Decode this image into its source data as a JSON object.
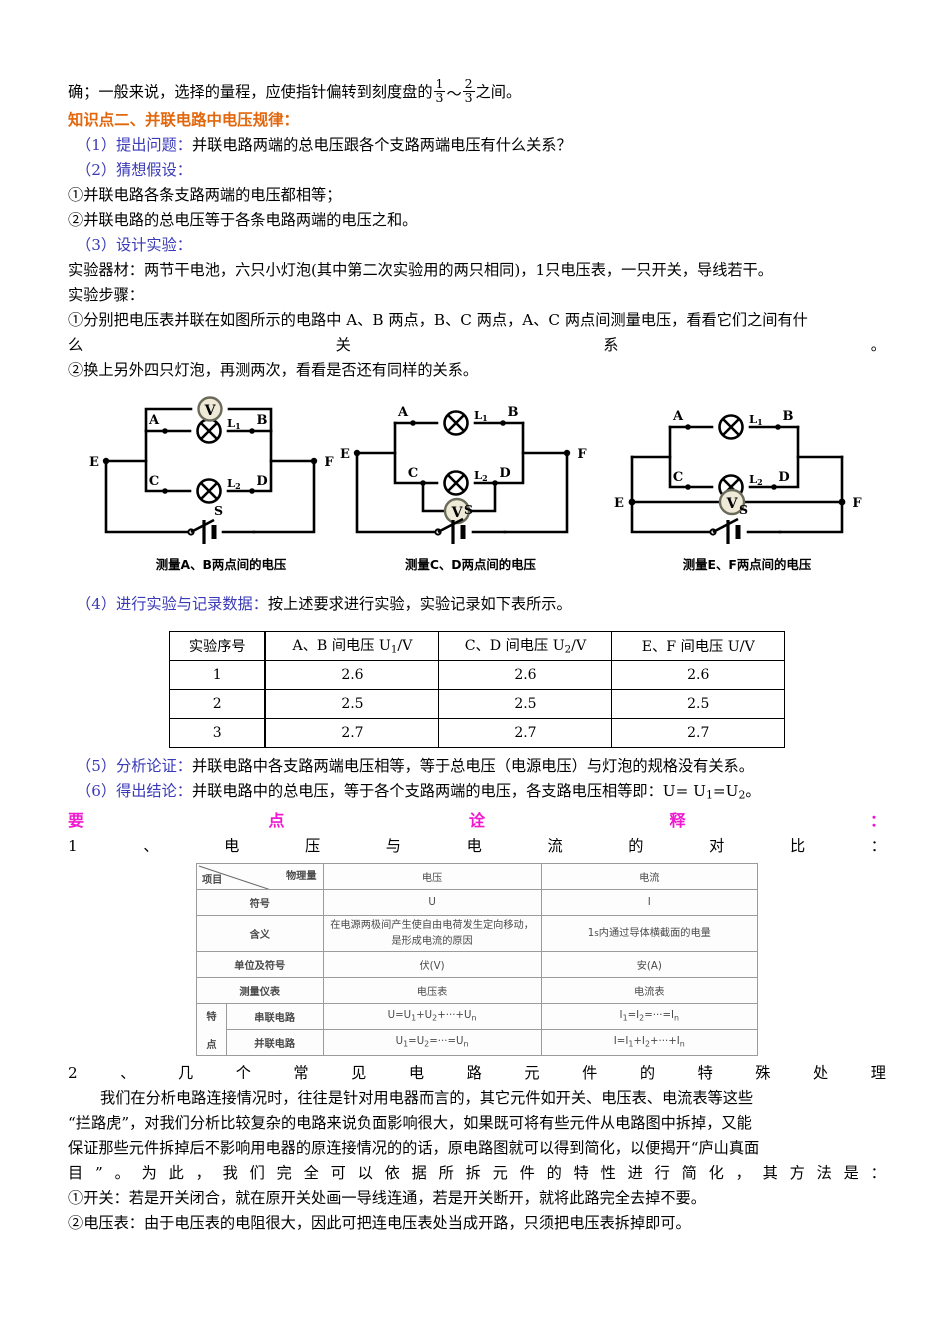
{
  "document": {
    "intro_line": {
      "before": "确；一般来说，选择的量程，应使指针偏转到刻度盘的",
      "frac1_num": "1",
      "frac1_den": "3",
      "tilde": "～",
      "frac2_num": "2",
      "frac2_den": "3",
      "after": "之间。"
    },
    "section_heading": "知识点二、并联电路中电压规律：",
    "steps": [
      {
        "label": "（1）提出问题：",
        "text": "并联电路两端的总电压跟各个支路两端电压有什么关系？"
      },
      {
        "label": "（2）猜想假设：",
        "text": ""
      }
    ],
    "hypotheses": [
      "①并联电路各条支路两端的电压都相等；",
      "②并联电路的总电压等于各条电路两端的电压之和。"
    ],
    "design_label": "（3）设计实验：",
    "materials": "实验器材：两节干电池，六只小灯泡(其中第二次实验用的两只相同)，1只电压表，一只开关，导线若干。",
    "procedure_title": "实验步骤：",
    "procedure_1_line1": "①分别把电压表并联在如图所示的电路中 A、B 两点，B、C 两点，A、C 两点间测量电压，看看它们之间有什",
    "procedure_1_line2": [
      "么",
      "关",
      "系",
      "。"
    ],
    "procedure_2": "②换上另外四只灯泡，再测两次，看看是否还有同样的关系。",
    "record_label": "（4）进行实验与记录数据：",
    "record_text": "按上述要求进行实验，实验记录如下表所示。",
    "analysis_label": "（5）分析论证：",
    "analysis_text": "并联电路中各支路两端电压相等，等于总电压（电源电压）与灯泡的规格没有关系。",
    "conclusion_label": "（6）得出结论：",
    "conclusion_text_a": "并联电路中的总电压，等于各个支路两端的电压，各支路电压相等即：U= U",
    "conclusion_sub1": "1",
    "conclusion_text_b": "=U",
    "conclusion_sub2": "2",
    "conclusion_text_c": "。",
    "key_points_heading": [
      "要",
      "点",
      "诠",
      "释",
      "："
    ],
    "key_point_1": [
      "1",
      "、",
      "电",
      "压",
      "与",
      "电",
      "流",
      "的",
      "对",
      "比",
      "："
    ],
    "key_point_2": [
      "2",
      "、",
      "几",
      "个",
      "常",
      "见",
      "电",
      "路",
      "元",
      "件",
      "的",
      "特",
      "殊",
      "处",
      "理"
    ],
    "paragraph_lines": [
      "我们在分析电路连接情况时，往往是针对用电器而言的，其它元件如开关、电压表、电流表等这些",
      "“拦路虎”，对我们分析比较复杂的电路来说负面影响很大，如果既可将有些元件从电路图中拆掉，又能",
      "保证那些元件拆掉后不影响用电器的原连接情况的的话，原电路图就可以得到简化，以便揭开“庐山真面"
    ],
    "paragraph_spaced": [
      "目",
      "”",
      "。",
      "为",
      "此",
      "，",
      "我",
      "们",
      "完",
      "全",
      "可",
      "以",
      "依",
      "据",
      "所",
      "拆",
      "元",
      "件",
      "的",
      "特",
      "性",
      "进",
      "行",
      "简",
      "化",
      "，",
      "其",
      "方",
      "法",
      "是",
      "："
    ],
    "items": [
      "①开关：若是开关闭合，就在原开关处画一导线连通，若是开关断开，就将此路完全去掉不要。",
      "②电压表：由于电压表的电阻很大，因此可把连电压表处当成开路，只须把电压表拆掉即可。"
    ]
  },
  "circuits": [
    {
      "caption": "测量A、B两点间的电压",
      "nodes": {
        "A": "A",
        "B": "B",
        "C": "C",
        "D": "D",
        "E": "E",
        "F": "F"
      },
      "lamp1": "L",
      "lamp1_sub": "1",
      "lamp2": "L",
      "lamp2_sub": "2",
      "meter": "V",
      "switch": "S",
      "meter_position": "across-AB"
    },
    {
      "caption": "测量C、D两点间的电压",
      "nodes": {
        "A": "A",
        "B": "B",
        "C": "C",
        "D": "D",
        "E": "E",
        "F": "F"
      },
      "lamp1": "L",
      "lamp1_sub": "1",
      "lamp2": "L",
      "lamp2_sub": "2",
      "meter": "V",
      "switch": "S",
      "meter_position": "across-CD"
    },
    {
      "caption": "测量E、F两点间的电压",
      "nodes": {
        "A": "A",
        "B": "B",
        "C": "C",
        "D": "D",
        "E": "E",
        "F": "F"
      },
      "lamp1": "L",
      "lamp1_sub": "1",
      "lamp2": "L",
      "lamp2_sub": "2",
      "meter": "V",
      "switch": "S",
      "meter_position": "across-EF"
    }
  ],
  "data_table": {
    "headers": [
      "实验序号",
      "A、B 间电压 U₁/V",
      "C、D 间电压 U₂/V",
      "E、F 间电压 U/V"
    ],
    "header_parts": [
      {
        "main": "实验序号"
      },
      {
        "pre": "A、B 间电压 U",
        "sub": "1",
        "post": "/V"
      },
      {
        "pre": "C、D 间电压 U",
        "sub": "2",
        "post": "/V"
      },
      {
        "pre": "E、F 间电压 U",
        "sub": "",
        "post": "/V"
      }
    ],
    "rows": [
      [
        "1",
        "2.6",
        "2.6",
        "2.6"
      ],
      [
        "2",
        "2.5",
        "2.5",
        "2.5"
      ],
      [
        "3",
        "2.7",
        "2.7",
        "2.7"
      ]
    ]
  },
  "comparison_table": {
    "corner_top": "物理量",
    "corner_bottom": "项目",
    "col_headers": [
      "电压",
      "电流"
    ],
    "rows": [
      {
        "label": "符号",
        "voltage": "U",
        "current": "I"
      },
      {
        "label": "含义",
        "voltage": "在电源两极间产生使自由电荷发生定向移动，是形成电流的原因",
        "current_pre": "1",
        "current_unit": "s",
        "current_post": "内通过导体横截面的电量"
      },
      {
        "label": "单位及符号",
        "voltage": "伏(V)",
        "current": "安(A)"
      },
      {
        "label": "测量仪表",
        "voltage": "电压表",
        "current": "电流表"
      }
    ],
    "feature_label_top": "特",
    "feature_label_bottom": "点",
    "feature_rows": [
      {
        "label": "串联电路",
        "voltage": [
          {
            "t": "U=U"
          },
          {
            "s": "1"
          },
          {
            "t": "+U"
          },
          {
            "s": "2"
          },
          {
            "t": "+···+U"
          },
          {
            "s": "n"
          }
        ],
        "current": [
          {
            "t": "I"
          },
          {
            "s": "1"
          },
          {
            "t": "=I"
          },
          {
            "s": "2"
          },
          {
            "t": "=···=I"
          },
          {
            "s": "n"
          }
        ]
      },
      {
        "label": "并联电路",
        "voltage": [
          {
            "t": "U"
          },
          {
            "s": "1"
          },
          {
            "t": "=U"
          },
          {
            "s": "2"
          },
          {
            "t": "=···=U"
          },
          {
            "s": "n"
          }
        ],
        "current": [
          {
            "t": "I=I"
          },
          {
            "s": "1"
          },
          {
            "t": "+I"
          },
          {
            "s": "2"
          },
          {
            "t": "+···+I"
          },
          {
            "s": "n"
          }
        ]
      }
    ]
  },
  "colors": {
    "heading_orange": "#E2660C",
    "label_blue": "#3A3AB8",
    "heading_magenta": "#F019D0",
    "text_black": "#000000",
    "table_border": "#9b9b9b"
  }
}
